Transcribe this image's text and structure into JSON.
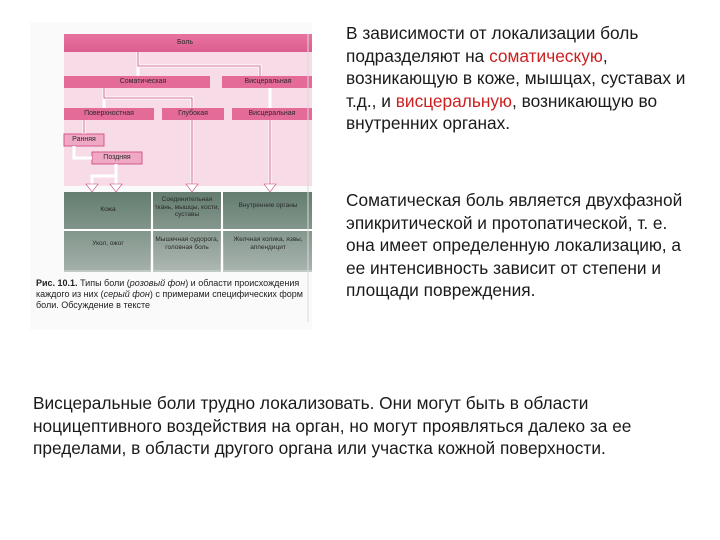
{
  "figure": {
    "nodes": {
      "pain": "Боль",
      "somatic": "Соматическая",
      "visceral_top": "Висцеральная",
      "superficial": "Поверхностная",
      "deep": "Глубокая",
      "visceral_mid": "Висцеральная",
      "early": "Ранняя",
      "late": "Поздняя"
    },
    "examples": {
      "skin": "Кожа",
      "connective": "Соединительная ткань, мышцы, кости, суставы",
      "internal": "Внутренние органы",
      "prick": "Укол, ожог",
      "muscle_cramp": "Мышечная судорога, головная боль",
      "colic": "Желчная колика, язвы, аппендицит"
    },
    "caption": {
      "label": "Рис. 10.1.",
      "text1": " Типы боли (",
      "pink_italic": "розовый фон",
      "text2": ") и области происхождения каждого из них (",
      "gray_italic": "серый фон",
      "text3": ") с примерами специфических форм боли. Обсуждение в тексте"
    },
    "colors": {
      "pink": "#e8739f",
      "pink_dark": "#d8578b",
      "gray_top": "#6f8a7c",
      "gray_bottom": "#b7c0bb"
    }
  },
  "paragraph1": {
    "a": "В зависимости от локализации боль подразделяют на ",
    "somatic": "соматическую",
    "b": ", возникающую в коже, мышцах, суставах и т.д., и ",
    "visceral": "висцеральную",
    "c": ", возникающую во внутренних органах."
  },
  "paragraph2": "Соматическая боль является двухфазной эпикритической и протопатической, т. е. она имеет определенную локализацию, а ее интенсивность зависит от степени и площади повреждения.",
  "paragraph3": "Висцеральные боли трудно локализовать. Они могут быть в области ноцицептивного воздействия на орган, но могут проявляться далеко за ее пределами, в области другого органа или участка кожной поверхности."
}
